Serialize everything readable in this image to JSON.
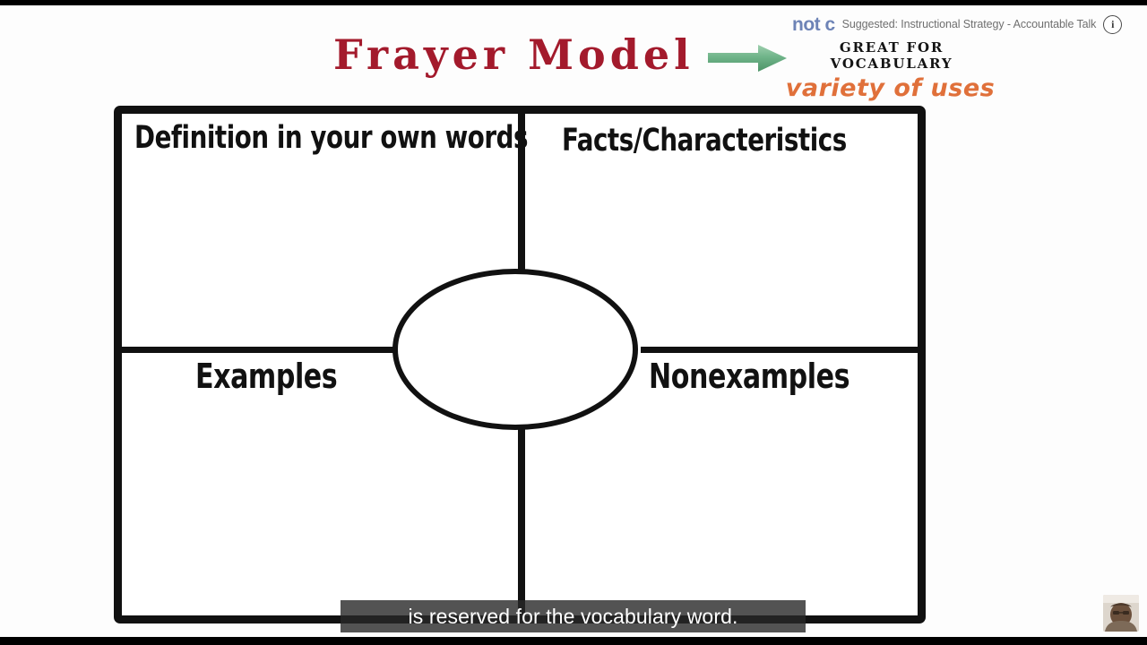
{
  "overlay": {
    "not_c_text": "not c",
    "suggestion": "Suggested: Instructional Strategy - Accountable Talk",
    "info_glyph": "i"
  },
  "title": {
    "text": "Frayer Model"
  },
  "annotations": {
    "great_for_line1": "Great for",
    "great_for_line2": "Vocabulary",
    "variety": "variety of uses",
    "arrow_color": "#5ea977",
    "variety_color": "#e0703a",
    "title_color": "#a31a2c"
  },
  "frayer": {
    "quadrants": [
      {
        "id": "definition",
        "label": "Definition in your own words"
      },
      {
        "id": "facts",
        "label": "Facts/Characteristics"
      },
      {
        "id": "examples",
        "label": "Examples"
      },
      {
        "id": "nonexamples",
        "label": "Nonexamples"
      }
    ],
    "center_label": ""
  },
  "caption": {
    "text": "is reserved for the vocabulary word."
  }
}
